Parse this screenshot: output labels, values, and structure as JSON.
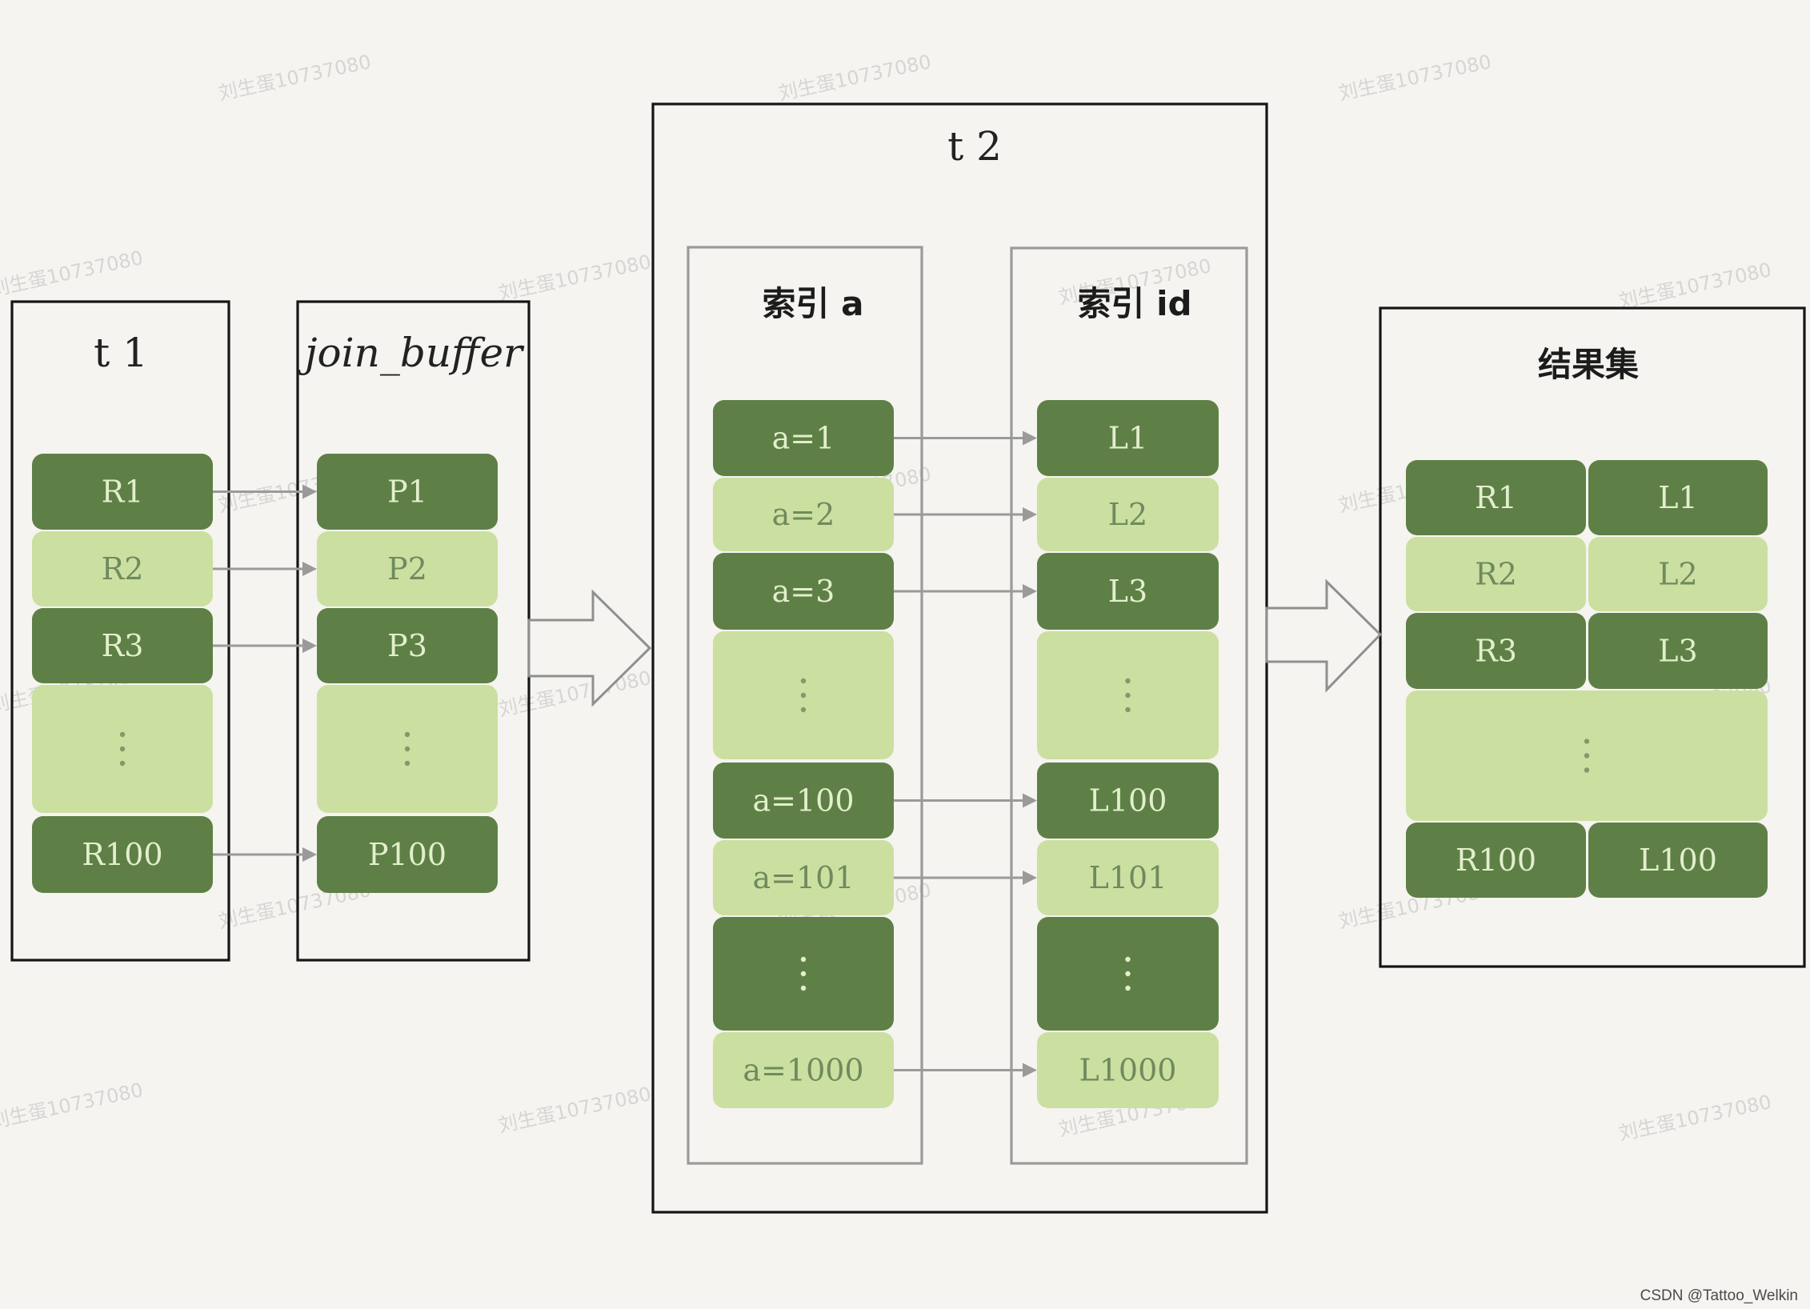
{
  "t1": {
    "title": "t 1",
    "rows": [
      "R1",
      "R2",
      "R3",
      "⋮",
      "R100"
    ]
  },
  "join_buffer": {
    "title": "join_buffer",
    "rows": [
      "P1",
      "P2",
      "P3",
      "⋮",
      "P100"
    ]
  },
  "t2": {
    "title": "t 2",
    "index_a": {
      "title": "索引 a",
      "rows": [
        "a=1",
        "a=2",
        "a=3",
        "⋮",
        "a=100",
        "a=101",
        "⋮",
        "a=1000"
      ]
    },
    "index_id": {
      "title": "索引 id",
      "rows": [
        "L1",
        "L2",
        "L3",
        "⋮",
        "L100",
        "L101",
        "⋮",
        "L1000"
      ]
    }
  },
  "result_set": {
    "title": "结果集",
    "rows": [
      [
        "R1",
        "L1"
      ],
      [
        "R2",
        "L2"
      ],
      [
        "R3",
        "L3"
      ],
      [
        "⋮",
        ""
      ],
      [
        "R100",
        "L100"
      ]
    ]
  },
  "watermark": "刘生蛋10737080",
  "credit": "CSDN @Tattoo_Welkin",
  "colors": {
    "dark_green": "#5e8046",
    "light_green": "#cbdfa0",
    "background": "#f5f4f0"
  }
}
